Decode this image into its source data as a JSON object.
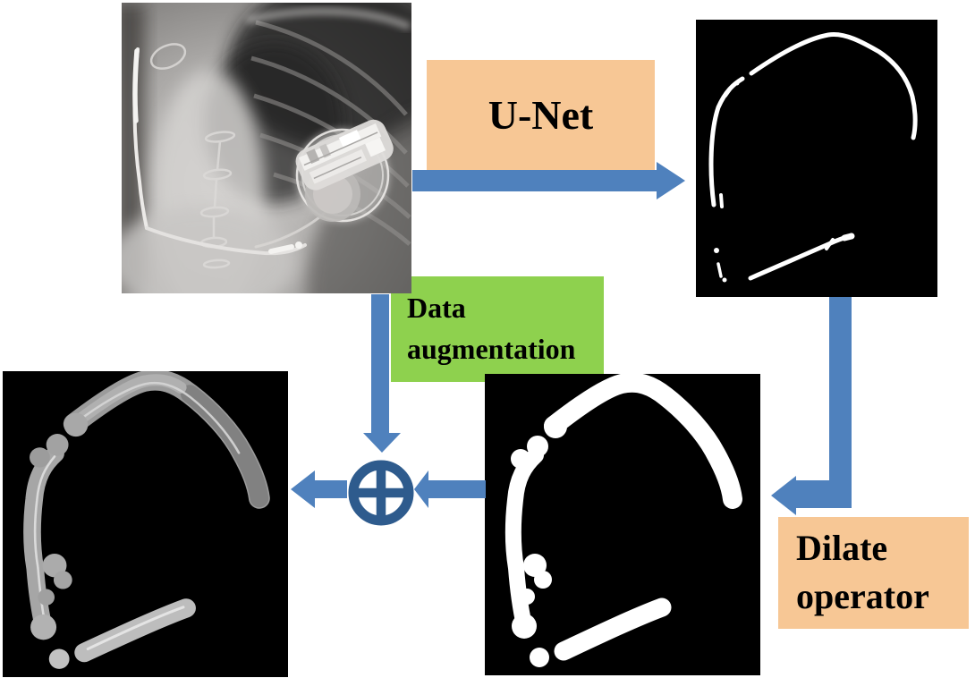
{
  "figure": {
    "name": "pacemaker-lead-segmentation-pipeline",
    "background": "#ffffff"
  },
  "boxes": {
    "unet": {
      "label": "U-Net",
      "bg": "#f7c795",
      "text_color": "#000000"
    },
    "augmentation": {
      "line1": "Data",
      "line2": "augmentation",
      "bg": "#8ed14e",
      "text_color": "#000000"
    },
    "dilate": {
      "line1": "Dilate",
      "line2": "operator",
      "bg": "#f7c795",
      "text_color": "#000000"
    }
  },
  "images": {
    "input": {
      "name": "chest-xray-with-pacemaker"
    },
    "unet_output": {
      "name": "unet-lead-segmentation-mask",
      "bg": "#000000",
      "fg": "#ffffff"
    },
    "dilated": {
      "name": "dilated-lead-mask",
      "bg": "#000000",
      "fg": "#ffffff"
    },
    "output": {
      "name": "extracted-lead-region-grayscale",
      "bg": "#000000"
    }
  },
  "operator": {
    "icon": "circled-plus-icon",
    "glyph": "⊕",
    "color": "#2e5b8d"
  },
  "arrows": {
    "color": "#4f81bd"
  },
  "edges": [
    {
      "from": "chest-xray-with-pacemaker",
      "to": "unet-lead-segmentation-mask",
      "label": "U-Net"
    },
    {
      "from": "unet-lead-segmentation-mask",
      "to": "dilated-lead-mask",
      "label": "Dilate operator"
    },
    {
      "from": "chest-xray-with-pacemaker",
      "to": "circled-plus",
      "label": "Data augmentation"
    },
    {
      "from": "dilated-lead-mask",
      "to": "circled-plus",
      "label": ""
    },
    {
      "from": "circled-plus",
      "to": "extracted-lead-region-grayscale",
      "label": ""
    }
  ]
}
